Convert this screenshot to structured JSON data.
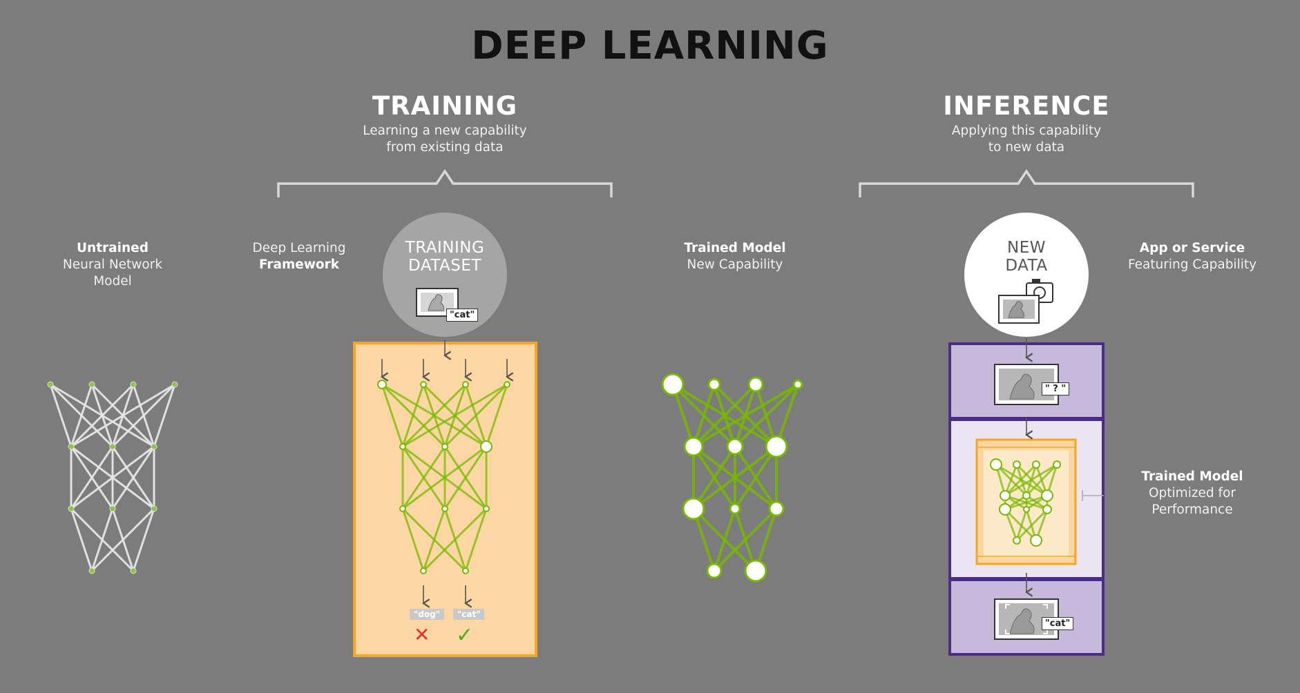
{
  "title": "DEEP LEARNING",
  "training": {
    "title": "TRAINING",
    "subtitle_line1": "Learning a new capability",
    "subtitle_line2": "from existing data"
  },
  "inference": {
    "title": "INFERENCE",
    "subtitle_line1": "Applying this capability",
    "subtitle_line2": "to new data"
  },
  "untrained": {
    "line1": "Untrained",
    "line2": "Neural Network",
    "line3": "Model"
  },
  "framework": {
    "line1": "Deep Learning",
    "line2": "Framework"
  },
  "dataset": {
    "line1": "TRAINING",
    "line2": "DATASET",
    "tag": "\"cat\""
  },
  "trained_model": {
    "line1": "Trained Model",
    "line2": "New Capability"
  },
  "new_data": {
    "line1": "NEW",
    "line2": "DATA"
  },
  "app_service": {
    "line1": "App or Service",
    "line2": "Featuring Capability"
  },
  "optimized": {
    "line1": "Trained Model",
    "line2": "Optimized for",
    "line3": "Performance"
  },
  "outputs": {
    "dog": "\"dog\"",
    "cat": "\"cat\"",
    "dog_mark": "✕",
    "cat_mark": "✓"
  },
  "inference_tags": {
    "query": "\" ? \"",
    "result": "\"cat\""
  },
  "colors": {
    "background": "#7d7c7d",
    "green": "#76b900",
    "training_panel": "#fdd7a3",
    "training_border": "#f5a623",
    "inference_panel": "#c5b9dc",
    "inference_border": "#4b2e83"
  }
}
